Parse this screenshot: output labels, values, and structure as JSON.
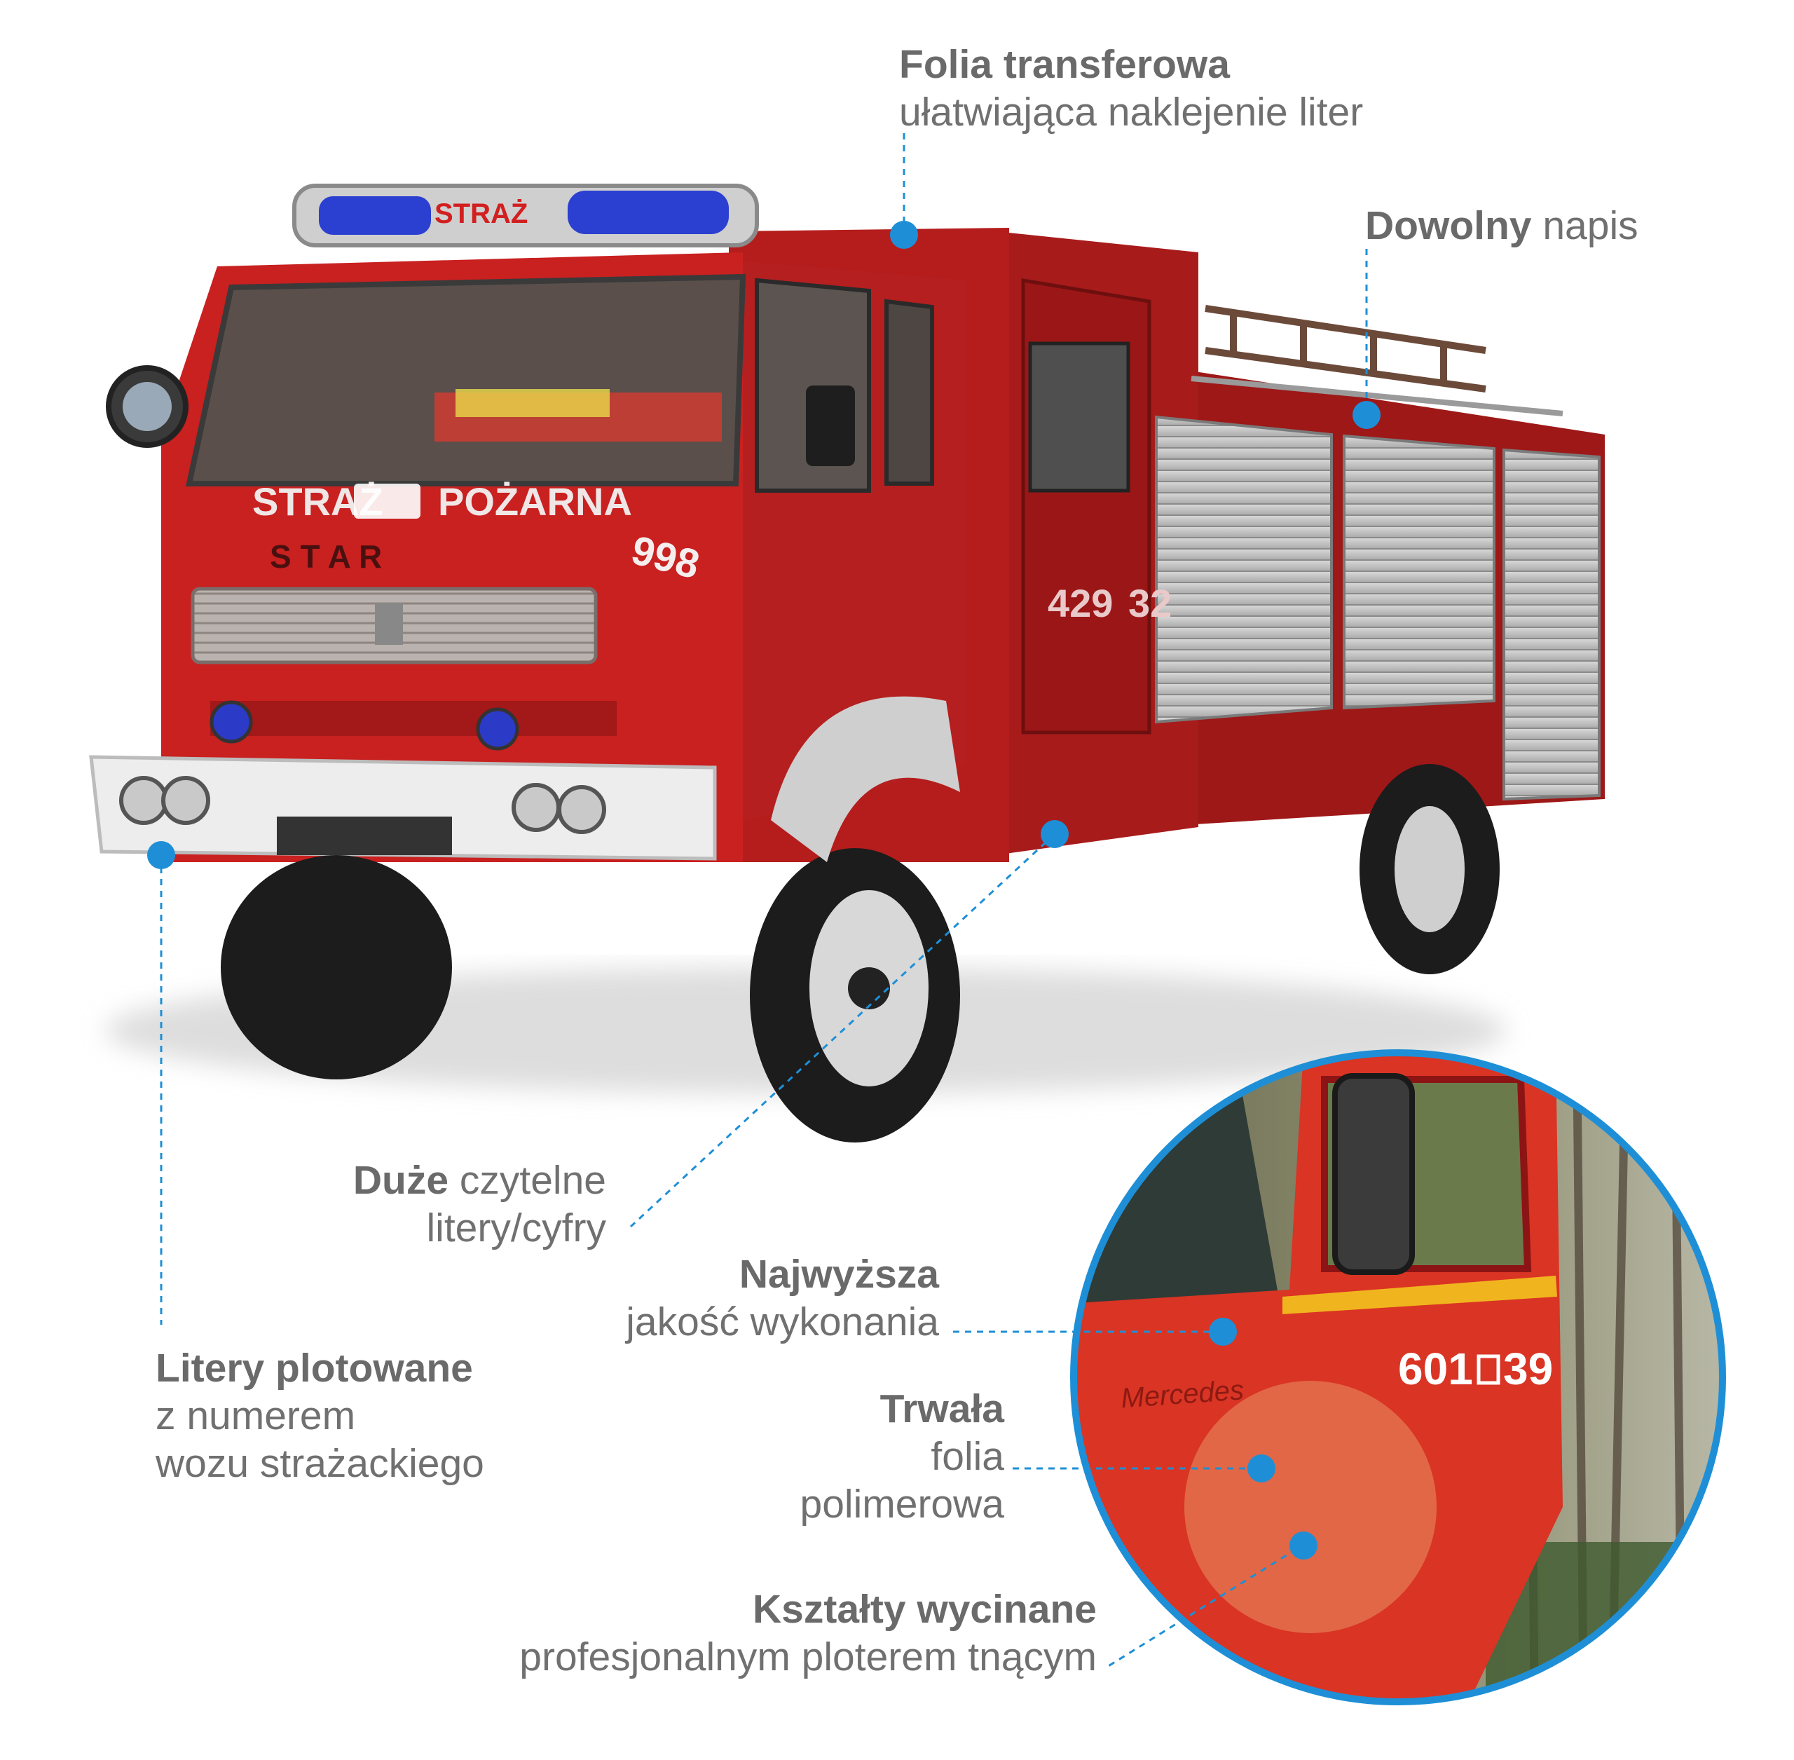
{
  "colors": {
    "accent": "#1e8fd6",
    "truck_red": "#c91f1f",
    "truck_dark_red": "#8c1414",
    "label_gray": "#707070"
  },
  "truck": {
    "beacon_text": "STRAŻ",
    "front_text_left": "STRAŻ",
    "front_text_right": "POŻARNA",
    "brand": "S T A R",
    "number_front": "998",
    "number_side": "429",
    "number_side_suffix": "32"
  },
  "inset": {
    "number": "601",
    "number_suffix": "39",
    "brand_text": "Mercedes"
  },
  "callouts": {
    "folia_transferowa": {
      "bold": "Folia transferowa",
      "text": "ułatwiająca naklejenie liter"
    },
    "dowolny_napis": {
      "bold": "Dowolny",
      "text": "napis"
    },
    "duze_litery": {
      "bold": "Duże",
      "text1": "czytelne",
      "text2": "litery/cyfry"
    },
    "litery_plotowane": {
      "bold": "Litery plotowane",
      "text1": "z numerem",
      "text2": "wozu strażackiego"
    },
    "najwyzsza": {
      "bold": "Najwyższa",
      "text": "jakość wykonania"
    },
    "trwala": {
      "bold": "Trwała",
      "text1": "folia",
      "text2": "polimerowa"
    },
    "ksztalty": {
      "bold": "Kształty wycinane",
      "text": "profesjonalnym ploterem tnącym"
    }
  }
}
